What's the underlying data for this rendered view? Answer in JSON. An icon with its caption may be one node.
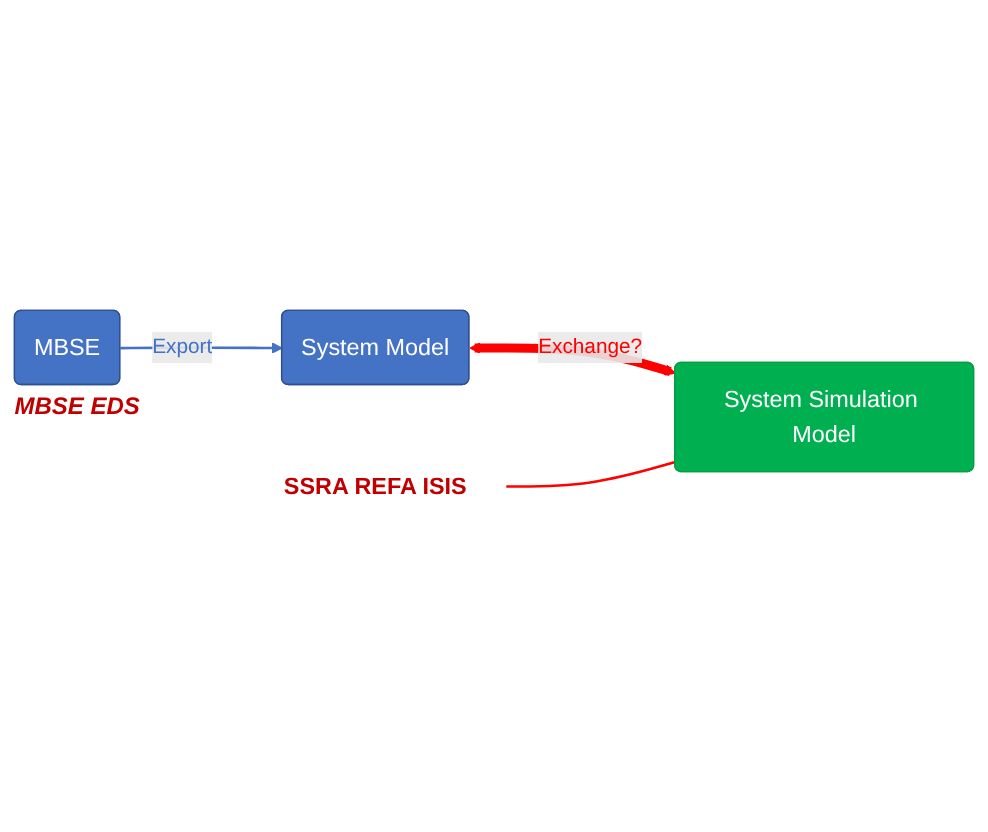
{
  "diagram": {
    "nodes": [
      {
        "text": [
          "MBSE"
        ],
        "beside": [
          "MBSE EDS"
        ]
      },
      {
        "text": [
          "System Model"
        ]
      },
      {
        "text": [
          "System Simulation Model"
        ]
      },
      {
        "text": [
          "SSRA REFA ISIS"
        ]
      }
    ],
    "edges": [
      {
        "from": 0,
        "to": 1,
        "arrow": "to",
        "label": "Export",
        "color": "#4472c4"
      },
      {
        "from": 1,
        "to": 2,
        "arrow": "both",
        "label": "Exchange?",
        "style": "thick",
        "color": "#ff0000"
      },
      {
        "from": 3,
        "to": 2,
        "arrow": "none",
        "color": "#ff0000"
      }
    ]
  }
}
